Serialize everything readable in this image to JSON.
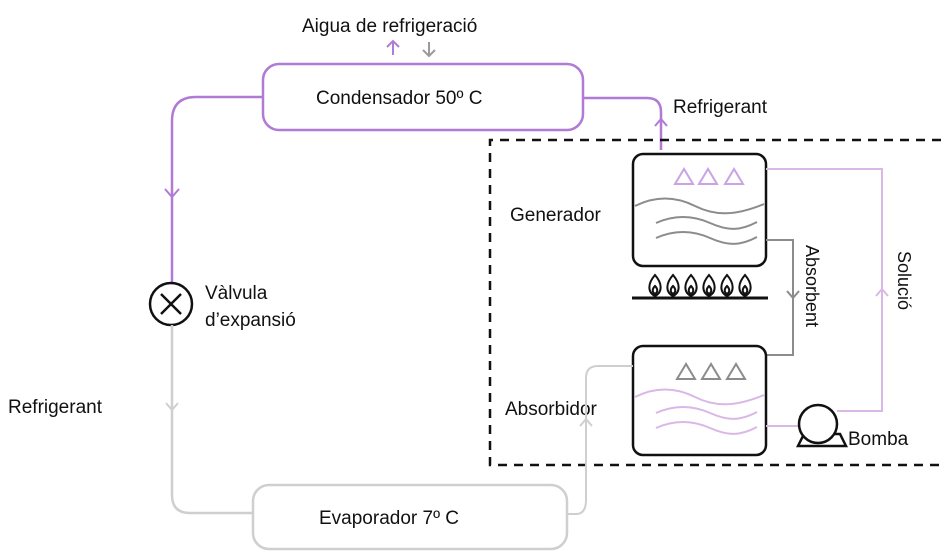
{
  "labels": {
    "cooling_water": "Aigua de refrigeració",
    "condenser": "Condensador 50º C",
    "refrigerant_top": "Refrigerant",
    "generator": "Generador",
    "valve_line1": "Vàlvula",
    "valve_line2": "d’expansió",
    "absorbent": "Absorbent",
    "solution": "Solució",
    "refrigerant_left": "Refrigerant",
    "absorber": "Absorbidor",
    "pump": "Bomba",
    "evaporator": "Evaporador 7º C"
  },
  "colors": {
    "hot_line": "#b07ad6",
    "cold_line": "#cfcfcf",
    "absorbent_line": "#8c8c8c",
    "solution_line": "#d9b8e6",
    "box_stroke": "#111111",
    "wave_dark": "#8c8c8c"
  },
  "icons": [
    "flame-icon",
    "pump-icon",
    "expansion-valve-icon",
    "sprayer-icon",
    "arrow-icon"
  ]
}
